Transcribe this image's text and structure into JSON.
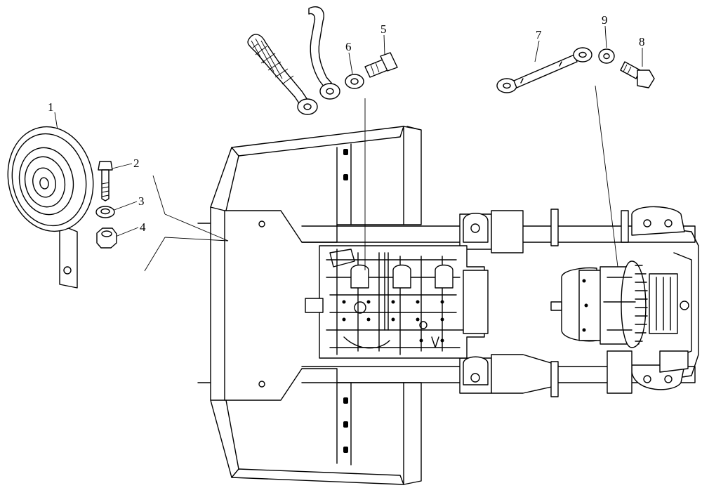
{
  "callouts": [
    {
      "id": "callout-1",
      "label": "1"
    },
    {
      "id": "callout-2",
      "label": "2"
    },
    {
      "id": "callout-3",
      "label": "3"
    },
    {
      "id": "callout-4",
      "label": "4"
    },
    {
      "id": "callout-5",
      "label": "5"
    },
    {
      "id": "callout-6",
      "label": "6"
    },
    {
      "id": "callout-7",
      "label": "7"
    },
    {
      "id": "callout-8",
      "label": "8"
    },
    {
      "id": "callout-9",
      "label": "9"
    }
  ],
  "parts": {
    "horn": "horn-icon",
    "bolt": "bolt-icon",
    "lock_washer": "lock-washer-icon",
    "nut": "nut-icon",
    "ground_strap_braided": "braided-ground-strap-icon",
    "ground_cable": "ground-cable-icon",
    "flat_washer": "flat-washer-icon",
    "cable": "battery-cable-icon",
    "frame": "tractor-frame-icon",
    "engine": "engine-icon",
    "alternator": "alternator-icon"
  },
  "colors": {
    "line": "#000000",
    "background": "#ffffff"
  }
}
